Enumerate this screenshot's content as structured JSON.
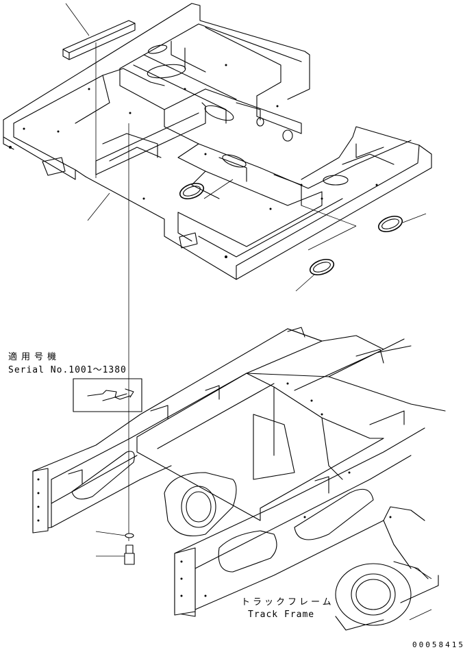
{
  "applicability": {
    "jp_label": "適用号機",
    "serial_label": "Serial No.1001～1380"
  },
  "track_frame": {
    "jp_label": "トラックフレーム",
    "en_label": "Track Frame"
  },
  "drawing_number": "00058415"
}
